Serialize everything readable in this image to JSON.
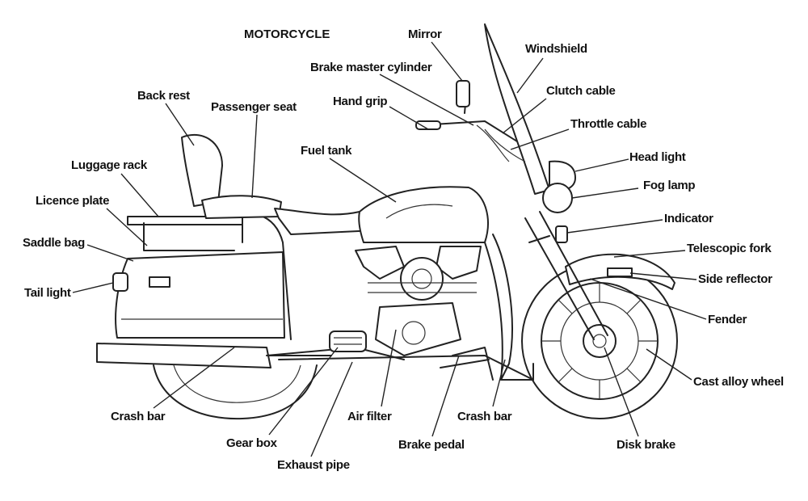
{
  "diagram": {
    "title": "MOTORCYCLE",
    "labels": {
      "mirror": "Mirror",
      "windshield": "Windshield",
      "brake_master_cylinder": "Brake master cylinder",
      "clutch_cable": "Clutch cable",
      "hand_grip": "Hand grip",
      "throttle_cable": "Throttle cable",
      "back_rest": "Back rest",
      "passenger_seat": "Passenger seat",
      "head_light": "Head light",
      "fuel_tank": "Fuel tank",
      "fog_lamp": "Fog lamp",
      "luggage_rack": "Luggage rack",
      "licence_plate": "Licence plate",
      "indicator": "Indicator",
      "saddle_bag": "Saddle bag",
      "telescopic_fork": "Telescopic fork",
      "side_reflector": "Side reflector",
      "tail_light": "Tail light",
      "fender": "Fender",
      "cast_alloy_wheel": "Cast alloy wheel",
      "crash_bar_left": "Crash bar",
      "air_filter": "Air filter",
      "crash_bar_right": "Crash bar",
      "gear_box": "Gear box",
      "brake_pedal": "Brake pedal",
      "disk_brake": "Disk brake",
      "exhaust_pipe": "Exhaust pipe"
    }
  }
}
